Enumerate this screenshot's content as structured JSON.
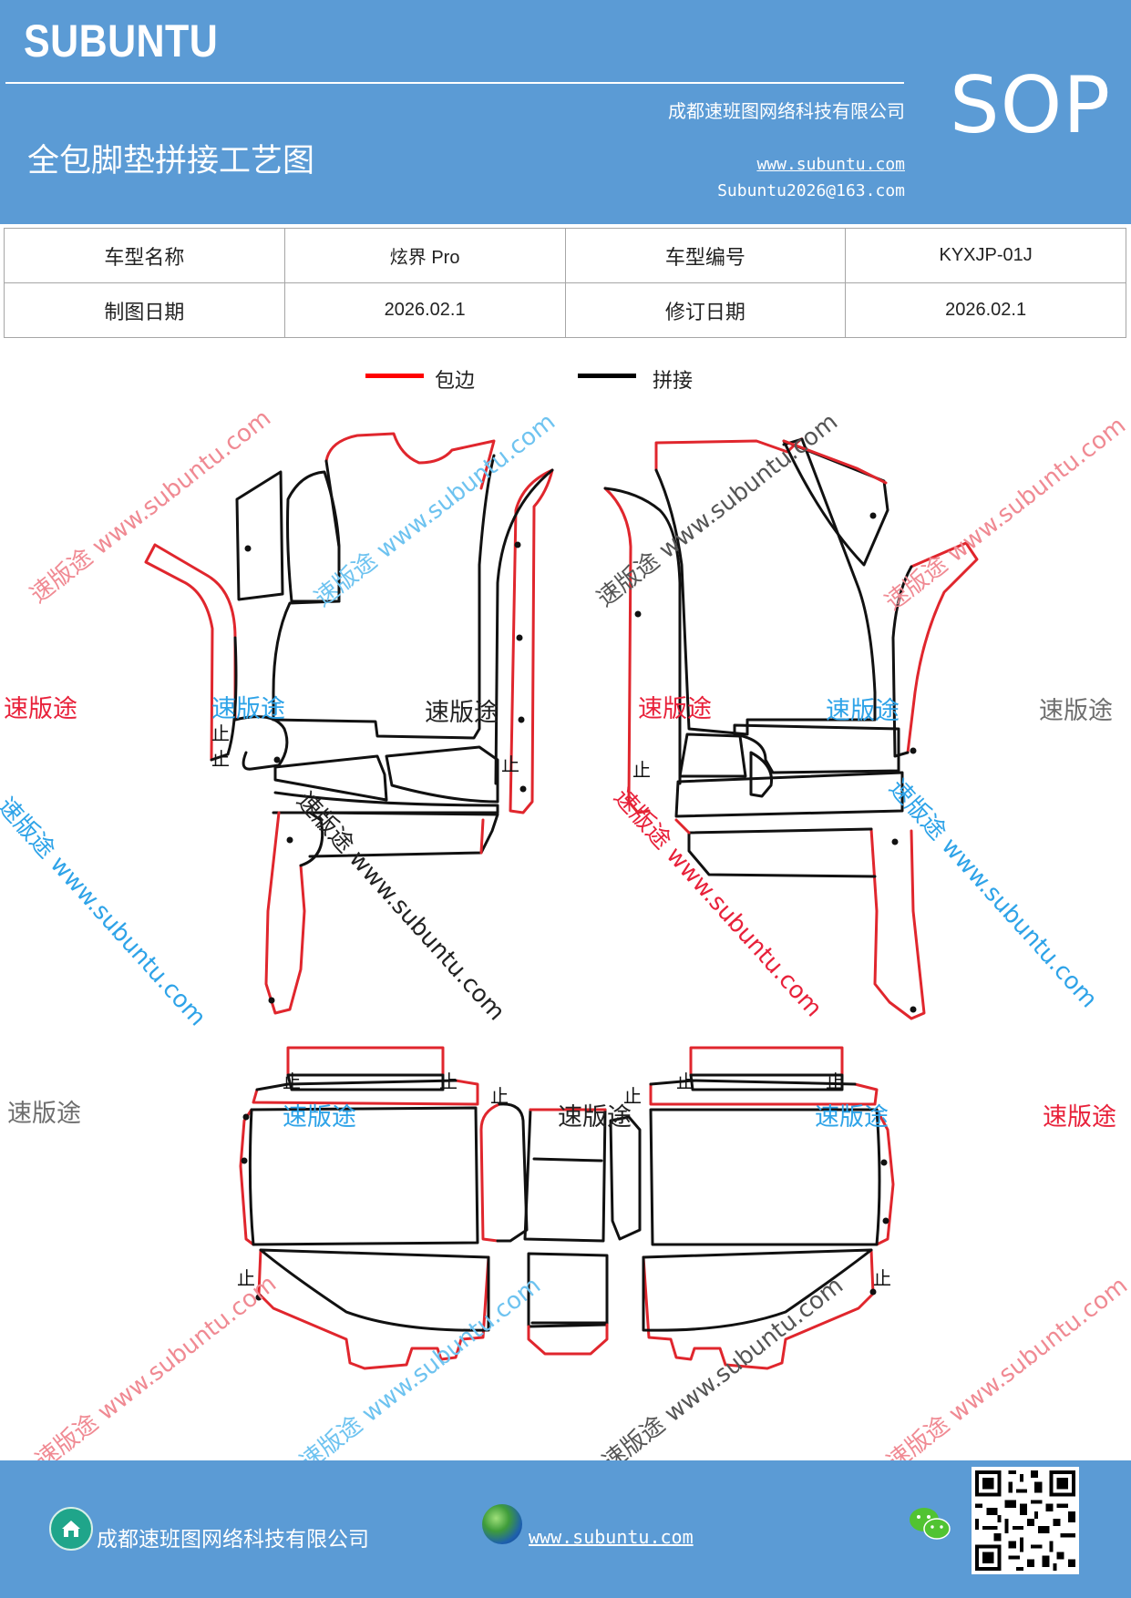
{
  "header": {
    "brand": "SUBUNTU",
    "company": "成都速班图网络科技有限公司",
    "title": "全包脚垫拼接工艺图",
    "website": "www.subuntu.com",
    "email": "Subuntu2026@163.com",
    "sop": "SOP"
  },
  "info_table": {
    "row1": {
      "label1": "车型名称",
      "value1": "炫界 Pro",
      "label2": "车型编号",
      "value2": "KYXJP-01J"
    },
    "row2": {
      "label1": "制图日期",
      "value1": "2026.02.1",
      "label2": "修订日期",
      "value2": "2026.02.1"
    }
  },
  "legend": {
    "edge_label": "包边",
    "edge_color": "#ff0000",
    "seam_label": "拼接",
    "seam_color": "#000000"
  },
  "diagram": {
    "stop_mark": "止"
  },
  "watermark": {
    "cn": "速版途",
    "url": "www.subuntu.com",
    "colors": {
      "red": "#e8213a",
      "blue": "#2ea3e8",
      "gray": "#6e6e6e"
    }
  },
  "footer": {
    "company": "成都速班图网络科技有限公司",
    "website": "www.subuntu.com",
    "icons": [
      "home-icon",
      "globe-icon",
      "wechat-icon",
      "qr-code"
    ]
  }
}
